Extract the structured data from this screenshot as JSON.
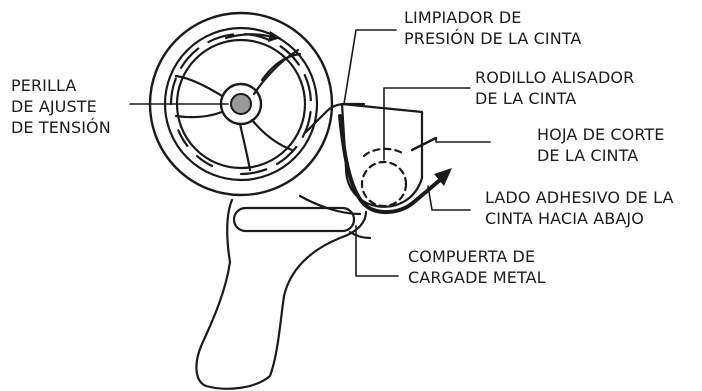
{
  "labels": {
    "tension_knob": [
      "PERILLA",
      "DE AJUSTE",
      "DE TENSIÓN"
    ],
    "pressure_wiper": [
      "LIMPIADOR DE",
      "PRESIÓN DE LA CINTA"
    ],
    "smoothing_roller": [
      "RODILLO ALISADOR",
      "DE LA CINTA"
    ],
    "cutting_blade": [
      "HOJA DE CORTE",
      "DE LA CINTA"
    ],
    "adhesive_side": [
      "LADO ADHESIVO DE LA",
      "CINTA HACIA ABAJO"
    ],
    "loading_gate": [
      "COMPUERTA DE",
      "CARGADE METAL"
    ]
  },
  "colors": {
    "line": "#1a1a1a",
    "background": "#ffffff"
  }
}
